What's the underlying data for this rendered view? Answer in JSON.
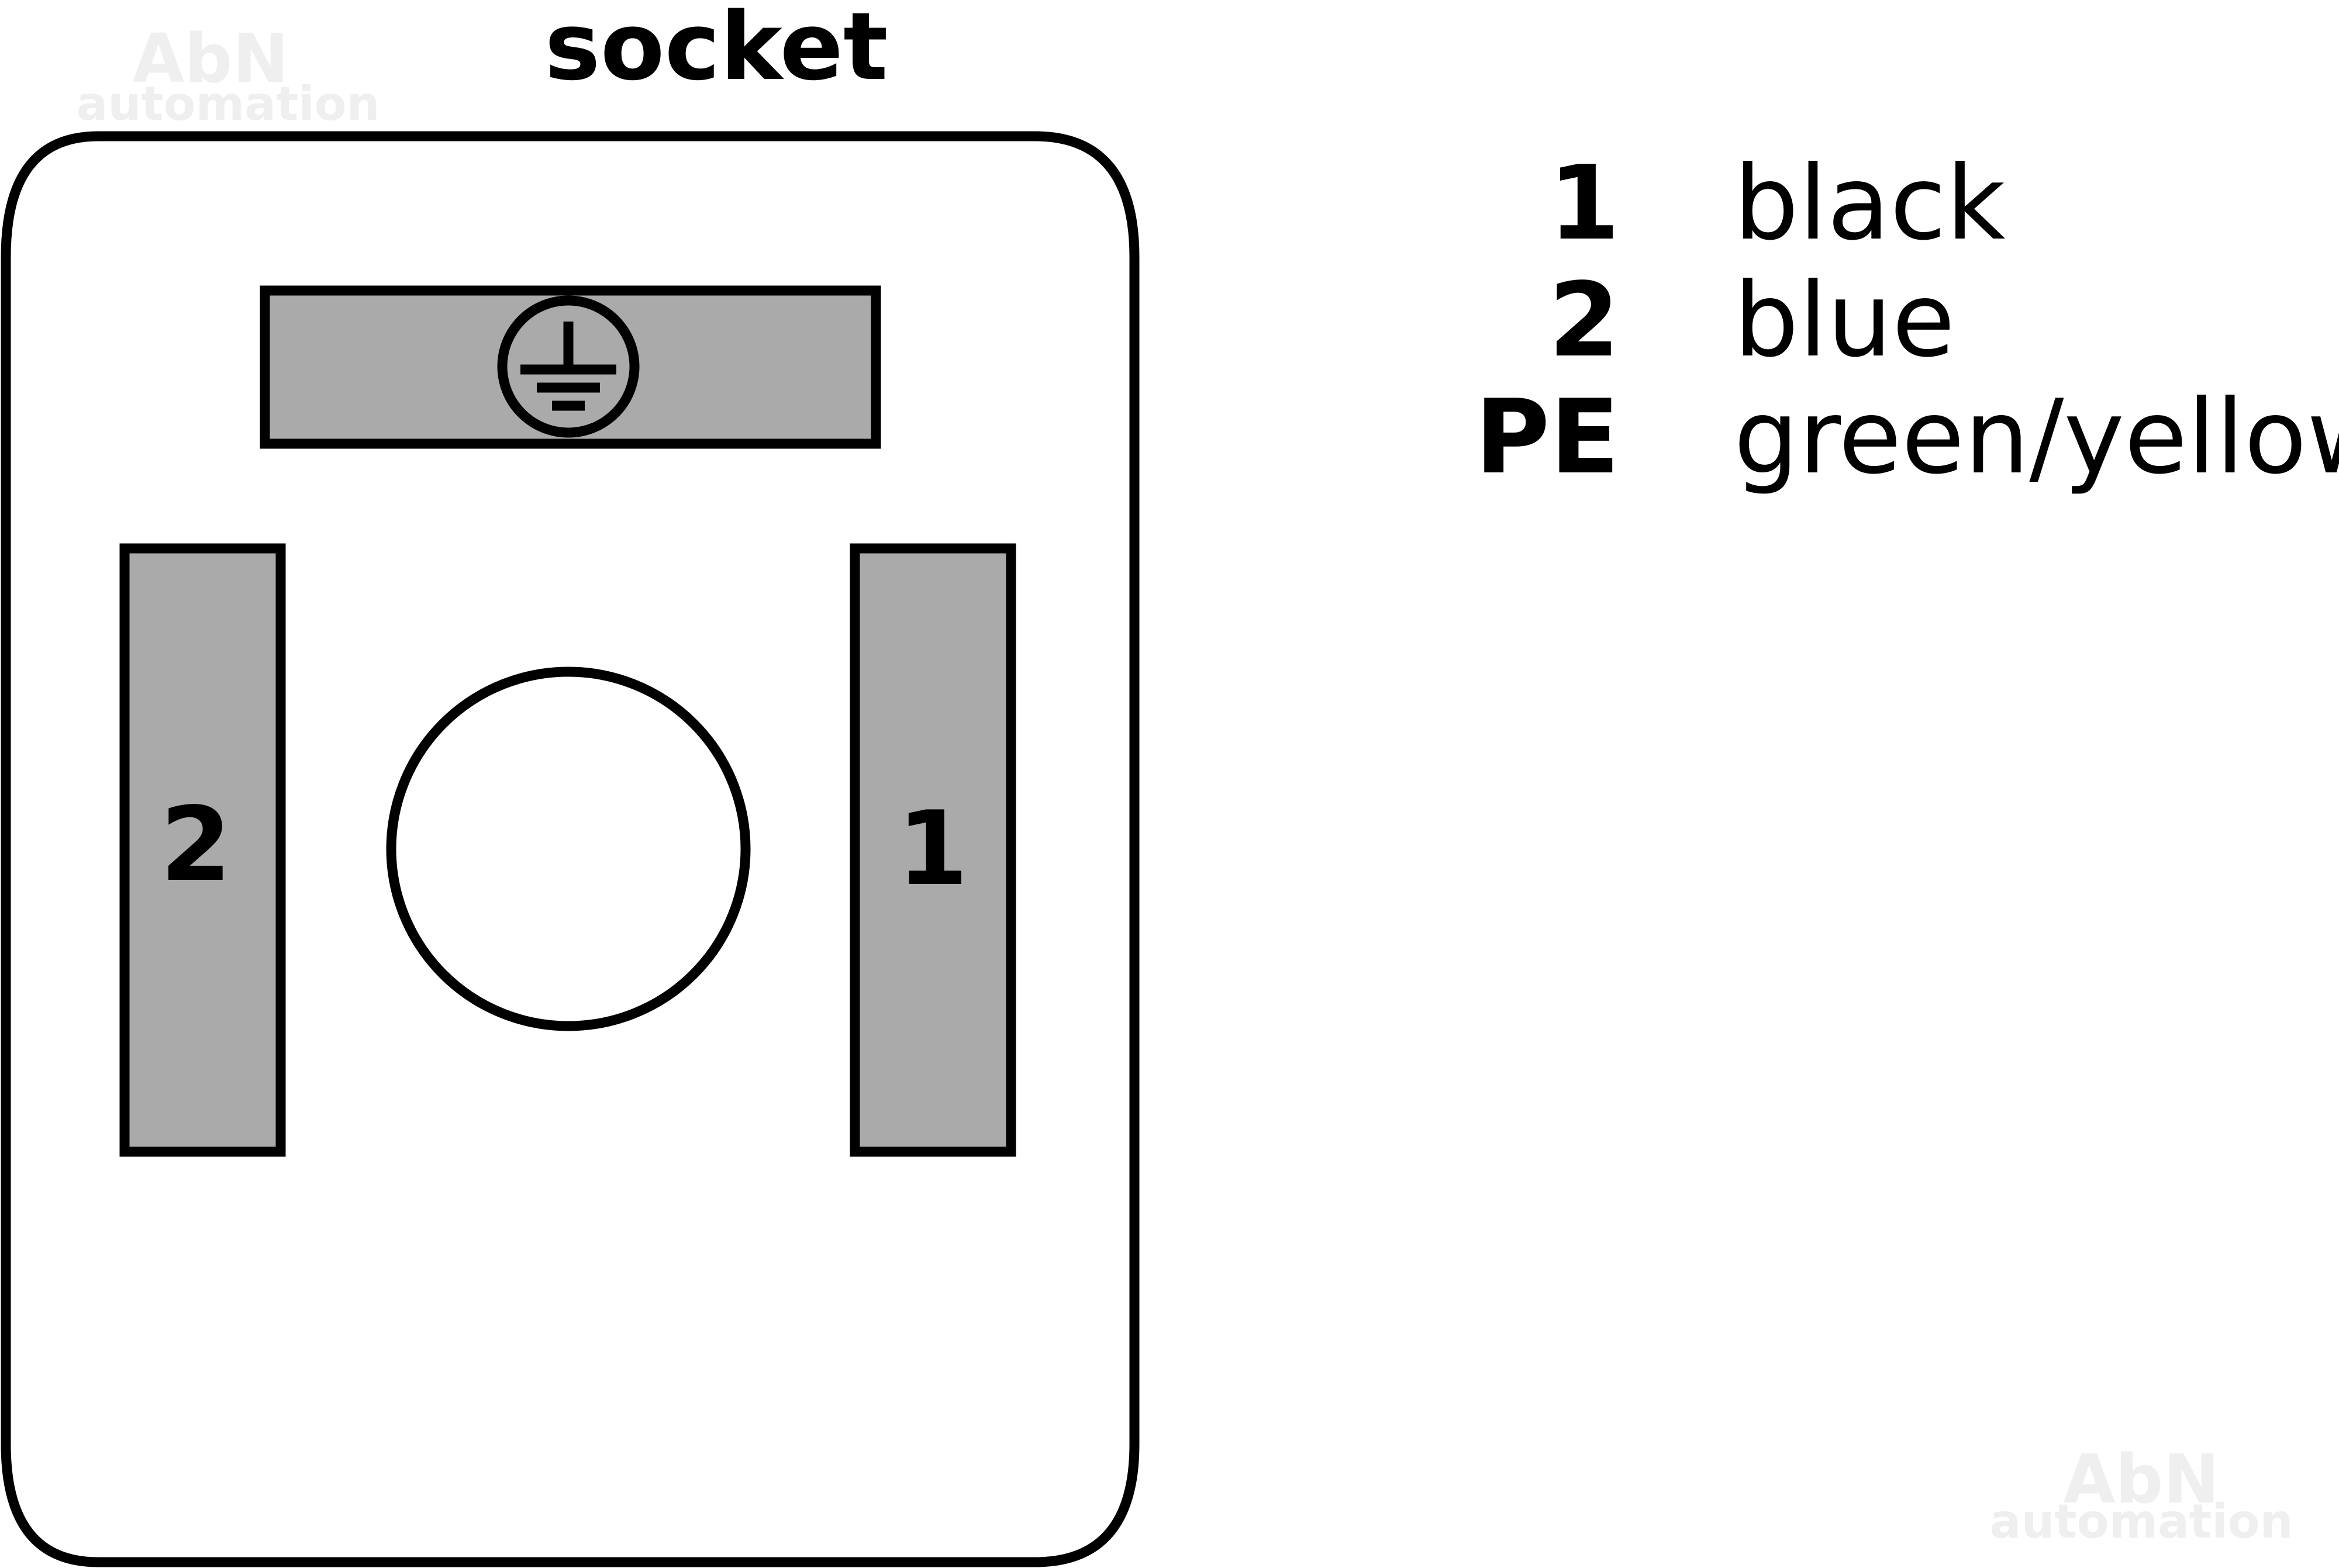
{
  "title": "socket",
  "watermark": {
    "line1": "AbN",
    "line2": "automation"
  },
  "pins": [
    {
      "id": "pin-2",
      "label": "2"
    },
    {
      "id": "pin-1",
      "label": "1"
    }
  ],
  "legend": [
    {
      "pin": "1",
      "color": "black"
    },
    {
      "pin": "2",
      "color": "blue"
    },
    {
      "pin": "PE",
      "color": "green/yellow"
    }
  ],
  "colors": {
    "outline": "#000000",
    "contact_fill": "#aaaaaa",
    "body_fill": "#ffffff",
    "watermark": "#f0f0f0"
  },
  "icons": {
    "earth": "protective-earth-icon"
  }
}
